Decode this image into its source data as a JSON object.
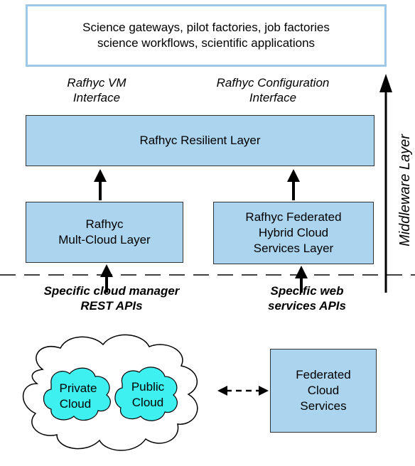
{
  "top_box": {
    "line1": "Science gateways, pilot factories, job factories",
    "line2": "science workflows, scientific applications"
  },
  "interfaces": {
    "vm": {
      "line1": "Rafhyc VM",
      "line2": "Interface"
    },
    "config": {
      "line1": "Rafhyc Configuration",
      "line2": "Interface"
    }
  },
  "resilient_layer": "Rafhyc Resilient Layer",
  "multicloud_layer": {
    "line1": "Rafhyc",
    "line2": "Mult-Cloud Layer"
  },
  "federated_layer": {
    "line1": "Rafhyc Federated",
    "line2": "Hybrid Cloud",
    "line3": "Services  Layer"
  },
  "side_label": "Middleware Layer",
  "apis": {
    "cloud_manager": {
      "line1": "Specific cloud manager",
      "line2": "REST APIs"
    },
    "web_services": {
      "line1": "Specific web",
      "line2": "services APIs"
    }
  },
  "cloud": {
    "private": {
      "line1": "Private",
      "line2": "Cloud"
    },
    "public": {
      "line1": "Public",
      "line2": "Cloud"
    }
  },
  "federated_services": {
    "line1": "Federated",
    "line2": "Cloud",
    "line3": "Services"
  },
  "colors": {
    "layer_fill": "#abd4ee",
    "top_box_border": "#9ec8e8",
    "cloud_fill": "#3ff0f0"
  }
}
